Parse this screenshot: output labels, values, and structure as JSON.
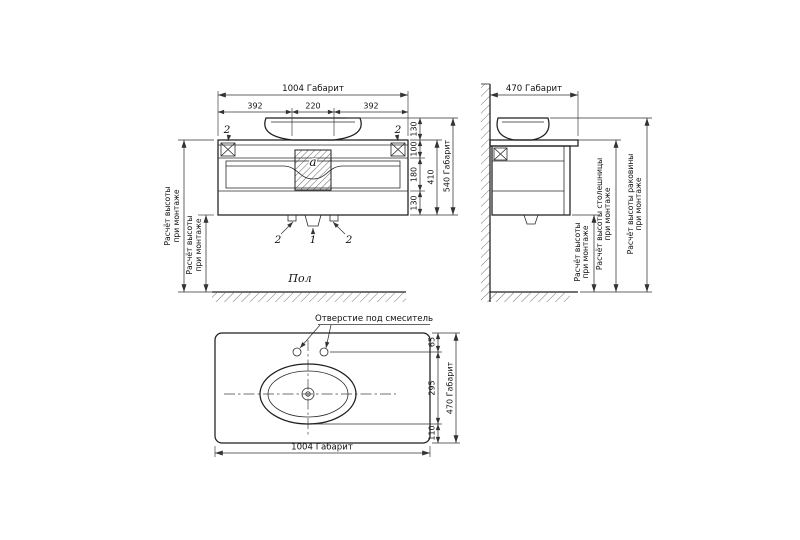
{
  "meta": {
    "background_color": "#ffffff",
    "line_color": "#1f1f1f",
    "dim_color": "#333333"
  },
  "front_view": {
    "dim_width_total": "1004 Габарит",
    "dim_width_left": "392",
    "dim_width_center": "220",
    "dim_width_right": "392",
    "dim_sink_height": "130",
    "dim_section_top": "100",
    "dim_section_drawer": "180",
    "dim_section_bottom": "130",
    "dim_cabinet_height": "410",
    "dim_height_total": "540 Габарит",
    "section_label": "a",
    "callout_bracket_left": "2",
    "callout_bracket_right": "2",
    "callout_leg_left": "2",
    "callout_drain": "1",
    "callout_leg_right": "2",
    "floor_label": "Пол",
    "mount_note_line1": "Расчёт высоты",
    "mount_note_line2": "при монтаже"
  },
  "side_view": {
    "dim_depth_total": "470 Габарит",
    "note_mount_line1": "Расчёт высоты",
    "note_mount_line2": "при монтаже",
    "note_countertop_line1": "Расчёт высоты столешницы",
    "note_countertop_line2": "при монтаже",
    "note_sink_line1": "Расчёт высоты раковины",
    "note_sink_line2": "при монтаже"
  },
  "top_view": {
    "faucet_hole_note": "Отверстие под смеситель",
    "dim_back_to_faucet": "65",
    "dim_faucet_to_sink": "295",
    "dim_sink_to_front": "110",
    "dim_depth_total": "470 Габарит",
    "dim_width_total": "1004 Габарит"
  }
}
